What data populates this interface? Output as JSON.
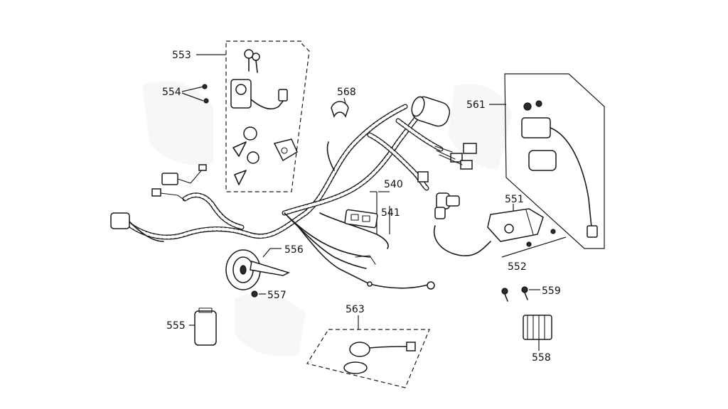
{
  "callouts": {
    "c553": "553",
    "c554": "554",
    "c568": "568",
    "c561": "561",
    "c540": "540",
    "c541": "541",
    "c551": "551",
    "c552": "552",
    "c556": "556",
    "c557": "557",
    "c559": "559",
    "c555": "555",
    "c563": "563",
    "c558": "558"
  }
}
